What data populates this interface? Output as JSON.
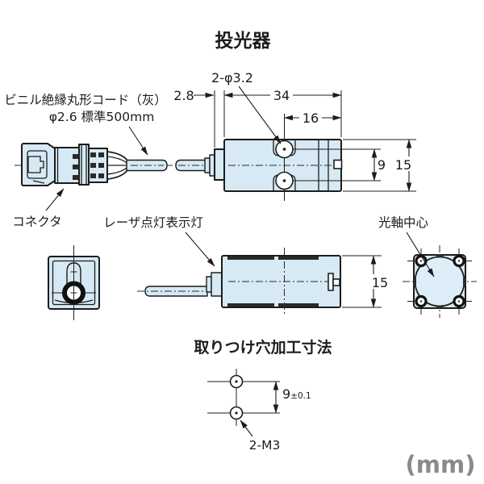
{
  "title": "投光器",
  "unit_label": "(mm)",
  "section_titles": {
    "mounting_holes": "取りつけ穴加工寸法"
  },
  "annotations": {
    "cable_spec_line1": "ビニル絶縁丸形コード（灰）",
    "cable_spec_line2": "φ2.6  標準500mm",
    "connector": "コネクタ",
    "laser_indicator": "レーザ点灯表示灯",
    "optical_axis_center": "光軸中心",
    "hole_callout": "2-φ3.2",
    "mount_thread": "2-M3"
  },
  "dimensions": {
    "flange_offset": "2.8",
    "body_length": "34",
    "hole_to_end": "16",
    "hole_pitch": "9",
    "body_width": "15",
    "body_height": "15",
    "mount_pitch": "9",
    "mount_pitch_tolerance": "±0.1"
  },
  "colors": {
    "part_fill": "#d6e9f4",
    "outline": "#1c1c1c",
    "unit_text": "#8a8a8a"
  }
}
